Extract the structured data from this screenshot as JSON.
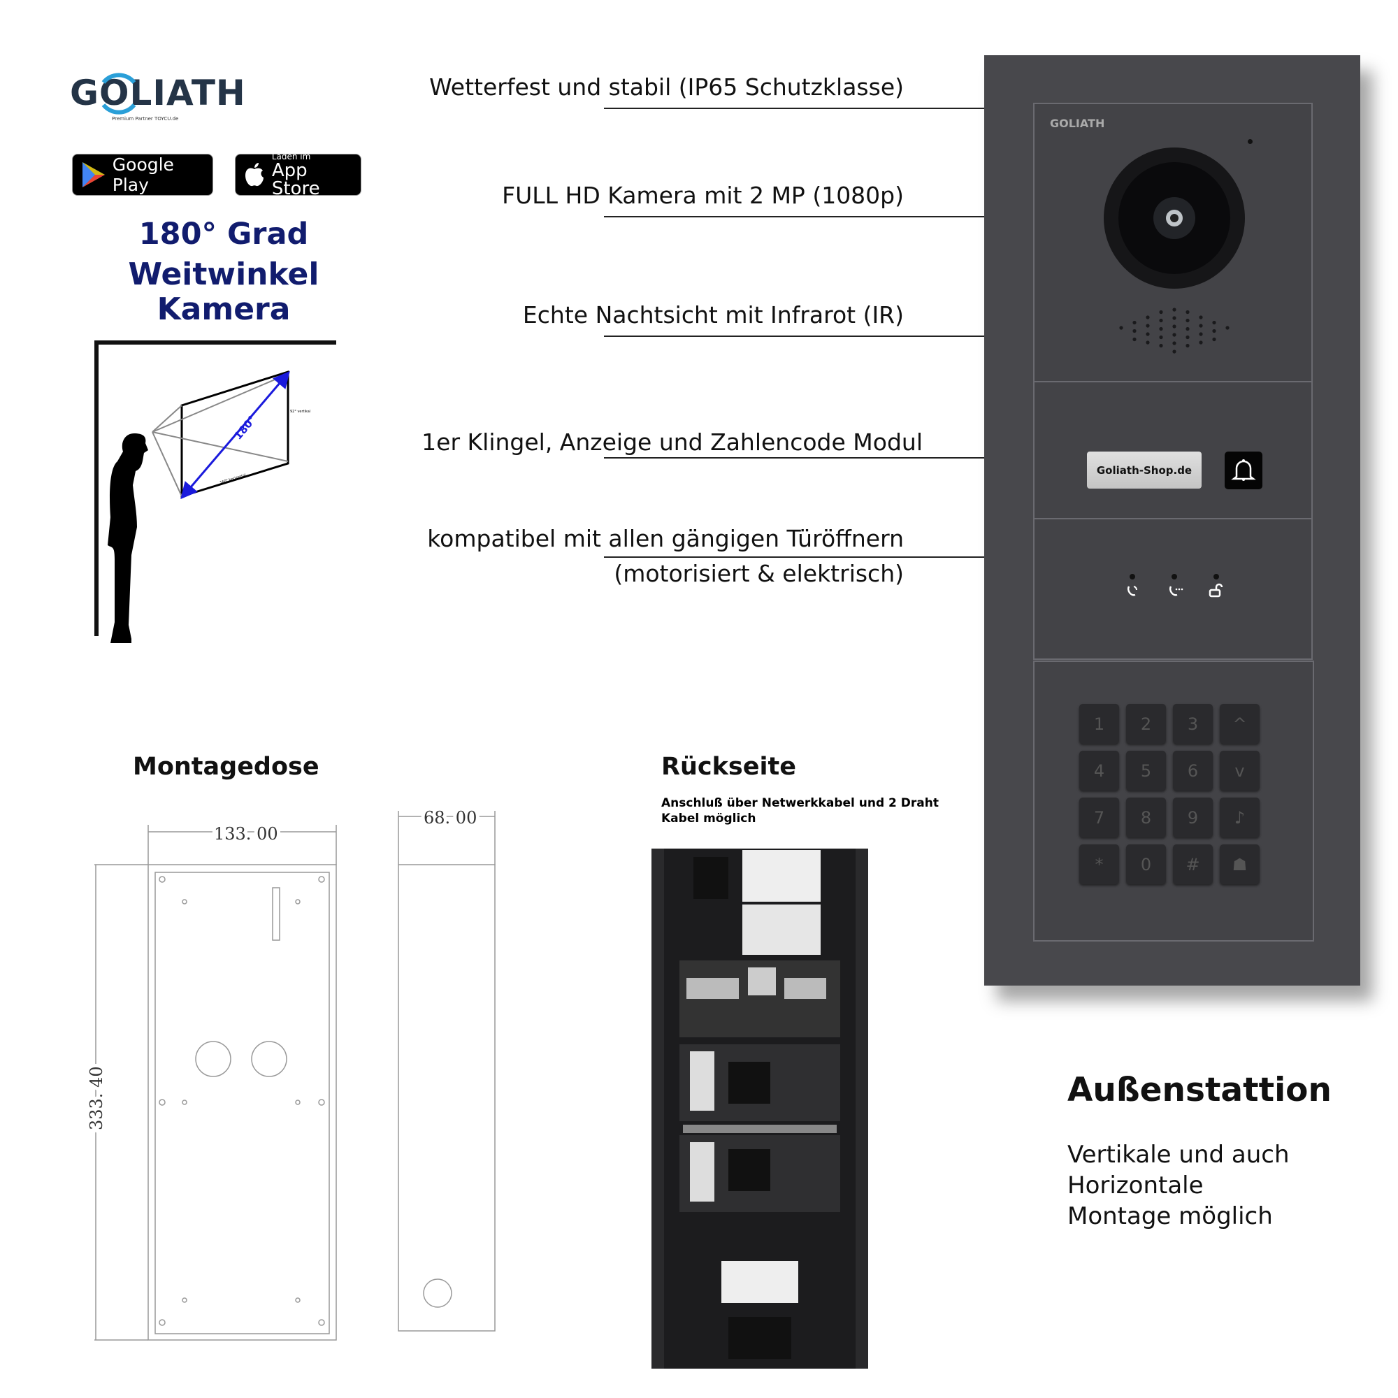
{
  "brand": {
    "logo": "GOLIATH",
    "logo_sub": "Premium Partner TOYCU.de"
  },
  "stores": [
    {
      "label": "Google Play",
      "icon": "google-play-icon"
    },
    {
      "small": "Laden im",
      "label": "App Store",
      "icon": "apple-icon"
    }
  ],
  "headline": {
    "line1": "180° Grad",
    "line2": "Weitwinkel Kamera"
  },
  "fov_diagram": {
    "angle": "180°",
    "vertical": "92° vertikal",
    "horizontal": "160° horizontal"
  },
  "features": [
    "Wetterfest und stabil (IP65 Schutzklasse)",
    "FULL HD Kamera mit 2 MP (1080p)",
    "Echte Nachtsicht mit Infrarot (IR)",
    "1er Klingel, Anzeige und Zahlencode Modul",
    "kompatibel mit allen gängigen Türöffnern",
    "(motorisiert & elektrisch)"
  ],
  "device": {
    "brand": "GOLIATH",
    "nameplate": "Goliath-Shop.de",
    "status_icons": [
      "call-icon",
      "talk-icon",
      "unlock-icon"
    ],
    "keys": [
      "1",
      "2",
      "3",
      "^",
      "4",
      "5",
      "6",
      "v",
      "7",
      "8",
      "9",
      "♪",
      "*",
      "0",
      "#",
      "☗"
    ],
    "color": "#48484c"
  },
  "montagedose": {
    "title": "Montagedose",
    "width": "133. 00",
    "depth": "68. 00",
    "height": "333. 40"
  },
  "rueckseite": {
    "title": "Rückseite",
    "subtitle_line1": "Anschluß über Netwerkkabel und 2 Draht",
    "subtitle_line2": "Kabel möglich"
  },
  "outro": {
    "title": "Außenstattion",
    "lines": [
      "Vertikale und auch",
      "Horizontale",
      "Montage möglich"
    ]
  },
  "colors": {
    "headline": "#111c6e",
    "logo_ring": "#2a9fd8"
  }
}
